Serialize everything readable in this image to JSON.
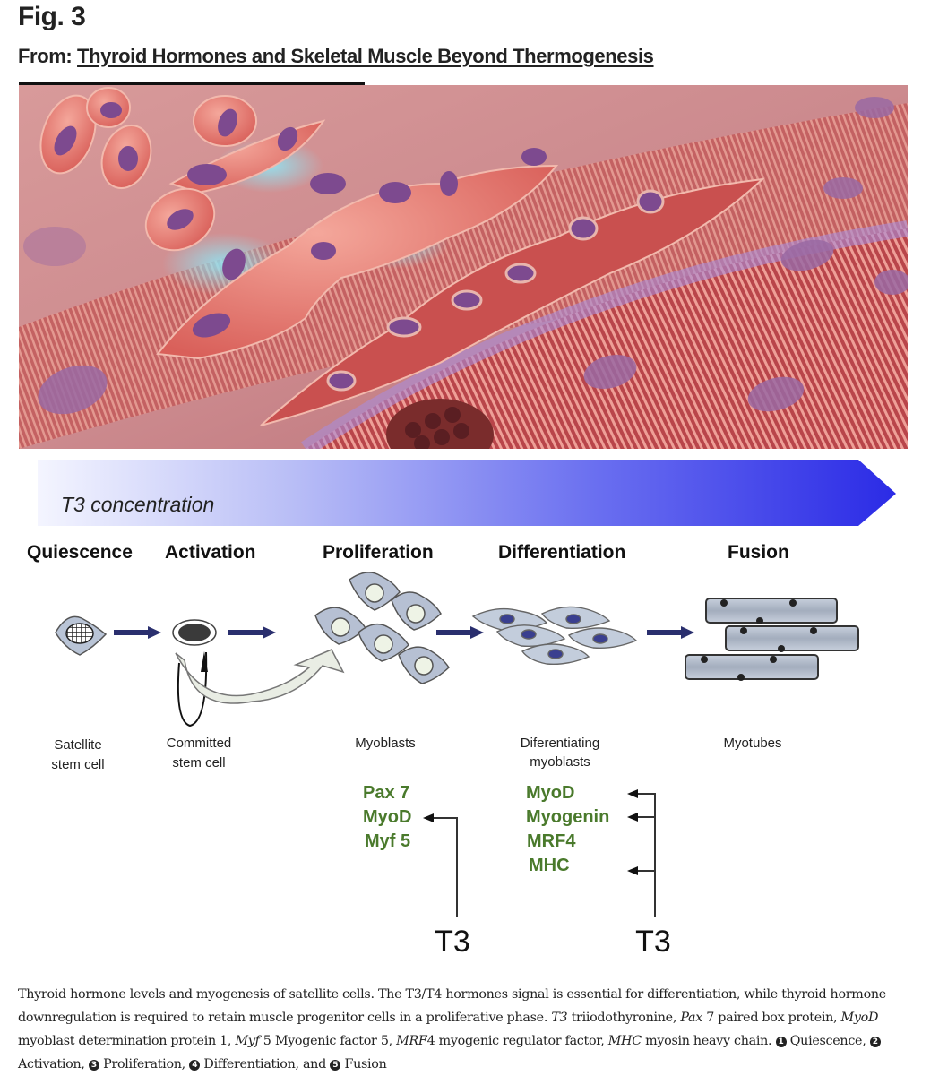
{
  "figure": {
    "label": "Fig. 3",
    "from_prefix": "From: ",
    "article_title": "Thyroid Hormones and Skeletal Muscle Beyond Thermogenesis"
  },
  "illustration": {
    "description": "Satellite cells activating, proliferating and fusing onto striated muscle fibers"
  },
  "diagram": {
    "gradient_label": "T3 concentration",
    "gradient_colors": {
      "start": "#f4f5ff",
      "end": "#2b2be6"
    },
    "stages": [
      "Quiescence",
      "Activation",
      "Proliferation",
      "Differentiation",
      "Fusion"
    ],
    "cell_labels": [
      {
        "line1": "Satellite",
        "line2": "stem cell"
      },
      {
        "line1": "Committed",
        "line2": "stem cell"
      },
      {
        "line1": "Myoblasts",
        "line2": ""
      },
      {
        "line1": "Diferentiating",
        "line2": "myoblasts"
      },
      {
        "line1": "Myotubes",
        "line2": ""
      }
    ],
    "genes_proliferation": [
      "Pax 7",
      "MyoD",
      "Myf 5"
    ],
    "genes_differentiation": [
      "MyoD",
      "Myogenin",
      "MRF4",
      "MHC"
    ],
    "t3_left": "T3",
    "t3_right": "T3",
    "arrow_color": "#2a2f6e",
    "gene_color": "#4a7a2c"
  },
  "caption": {
    "p1": "Thyroid hormone levels and myogenesis of satellite cells. The T3/T4 hormones signal is essential for differentiation, while thyroid hormone downregulation is required to retain muscle progenitor cells in a proliferative phase. ",
    "t3_abbr": "T3",
    "t3_def": " triiodothyronine, ",
    "pax_abbr": "Pax",
    "pax_def": " 7 paired box protein, ",
    "myod_abbr": "MyoD",
    "myod_def": " myoblast determination protein 1, ",
    "myf_abbr": "Myf",
    "myf_def": " 5 Myogenic factor 5, ",
    "mrf_abbr": "MRF",
    "mrf_def": "4 myogenic regulator factor, ",
    "mhc_abbr": "MHC",
    "mhc_def": " myosin heavy chain. ",
    "steps": [
      {
        "num": "1",
        "text": " Quiescence, "
      },
      {
        "num": "2",
        "text": " Activation, "
      },
      {
        "num": "3",
        "text": " Proliferation, "
      },
      {
        "num": "4",
        "text": " Differentiation, and "
      },
      {
        "num": "5",
        "text": " Fusion"
      }
    ]
  }
}
